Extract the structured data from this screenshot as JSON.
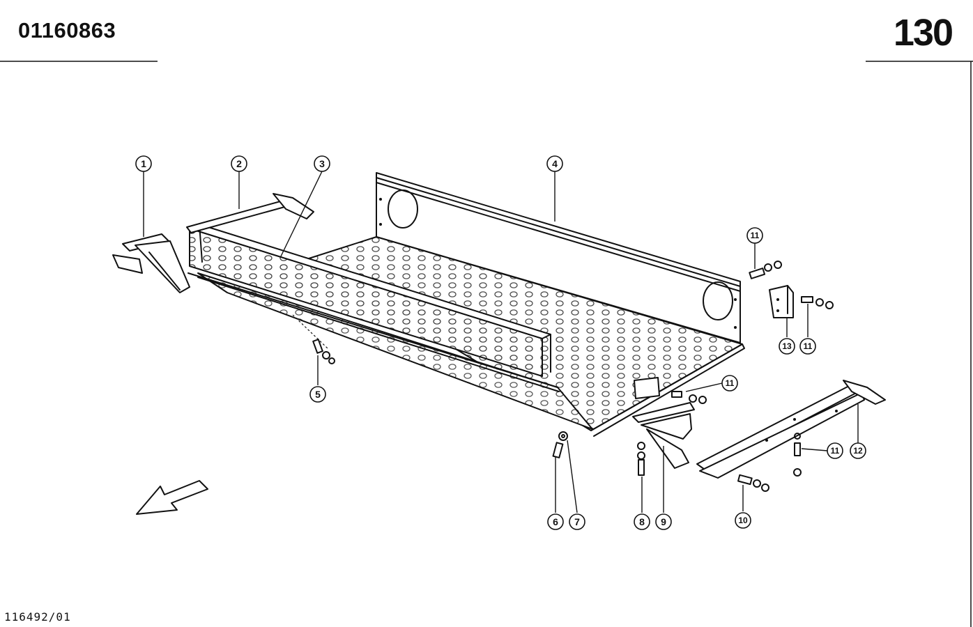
{
  "header": {
    "part_number": "01160863",
    "page_number": "130"
  },
  "footer": {
    "drawing_ref": "116492/01"
  },
  "callouts": [
    "1",
    "2",
    "3",
    "4",
    "5",
    "6",
    "7",
    "8",
    "9",
    "10",
    "11",
    "11",
    "11",
    "11",
    "12",
    "13"
  ]
}
